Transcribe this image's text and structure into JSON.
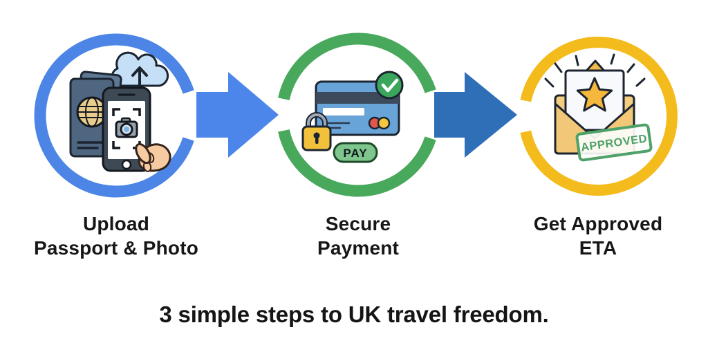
{
  "caption": "3 simple steps to UK travel freedom.",
  "steps": [
    {
      "title_line1": "Upload",
      "title_line2": "Passport & Photo",
      "ring_color": "#4C85E6",
      "icon": "passport-photo-upload-icon"
    },
    {
      "title_line1": "Secure",
      "title_line2": "Payment",
      "ring_color": "#48A85C",
      "icon": "secure-payment-icon",
      "pay_button_label": "PAY"
    },
    {
      "title_line1": "Get Approved",
      "title_line2": "ETA",
      "ring_color": "#F3BB1C",
      "icon": "approved-eta-icon",
      "stamp_label": "APPROVED"
    }
  ],
  "arrows": [
    {
      "color": "#4C86EA"
    },
    {
      "color": "#2F6FB8"
    }
  ],
  "colors": {
    "background": "#FFFFFF",
    "text": "#171717",
    "outline": "#1B2430",
    "stamp_green": "#4DA169"
  }
}
